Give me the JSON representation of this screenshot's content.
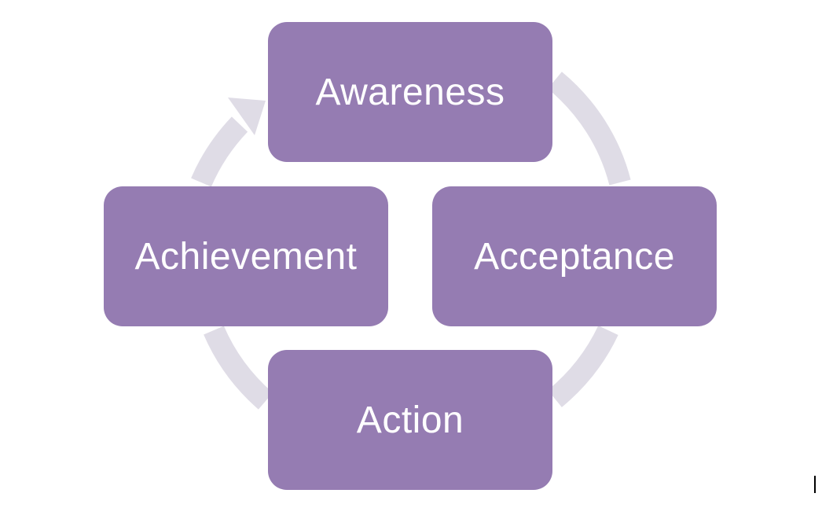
{
  "diagram": {
    "stages": [
      {
        "id": "top",
        "label": "Awareness"
      },
      {
        "id": "right",
        "label": "Acceptance"
      },
      {
        "id": "bottom",
        "label": "Action"
      },
      {
        "id": "left",
        "label": "Achievement"
      }
    ],
    "colors": {
      "box_fill": "#957cb2",
      "box_text": "#ffffff",
      "ring": "#dfdce6"
    },
    "flow_direction": "clockwise"
  }
}
